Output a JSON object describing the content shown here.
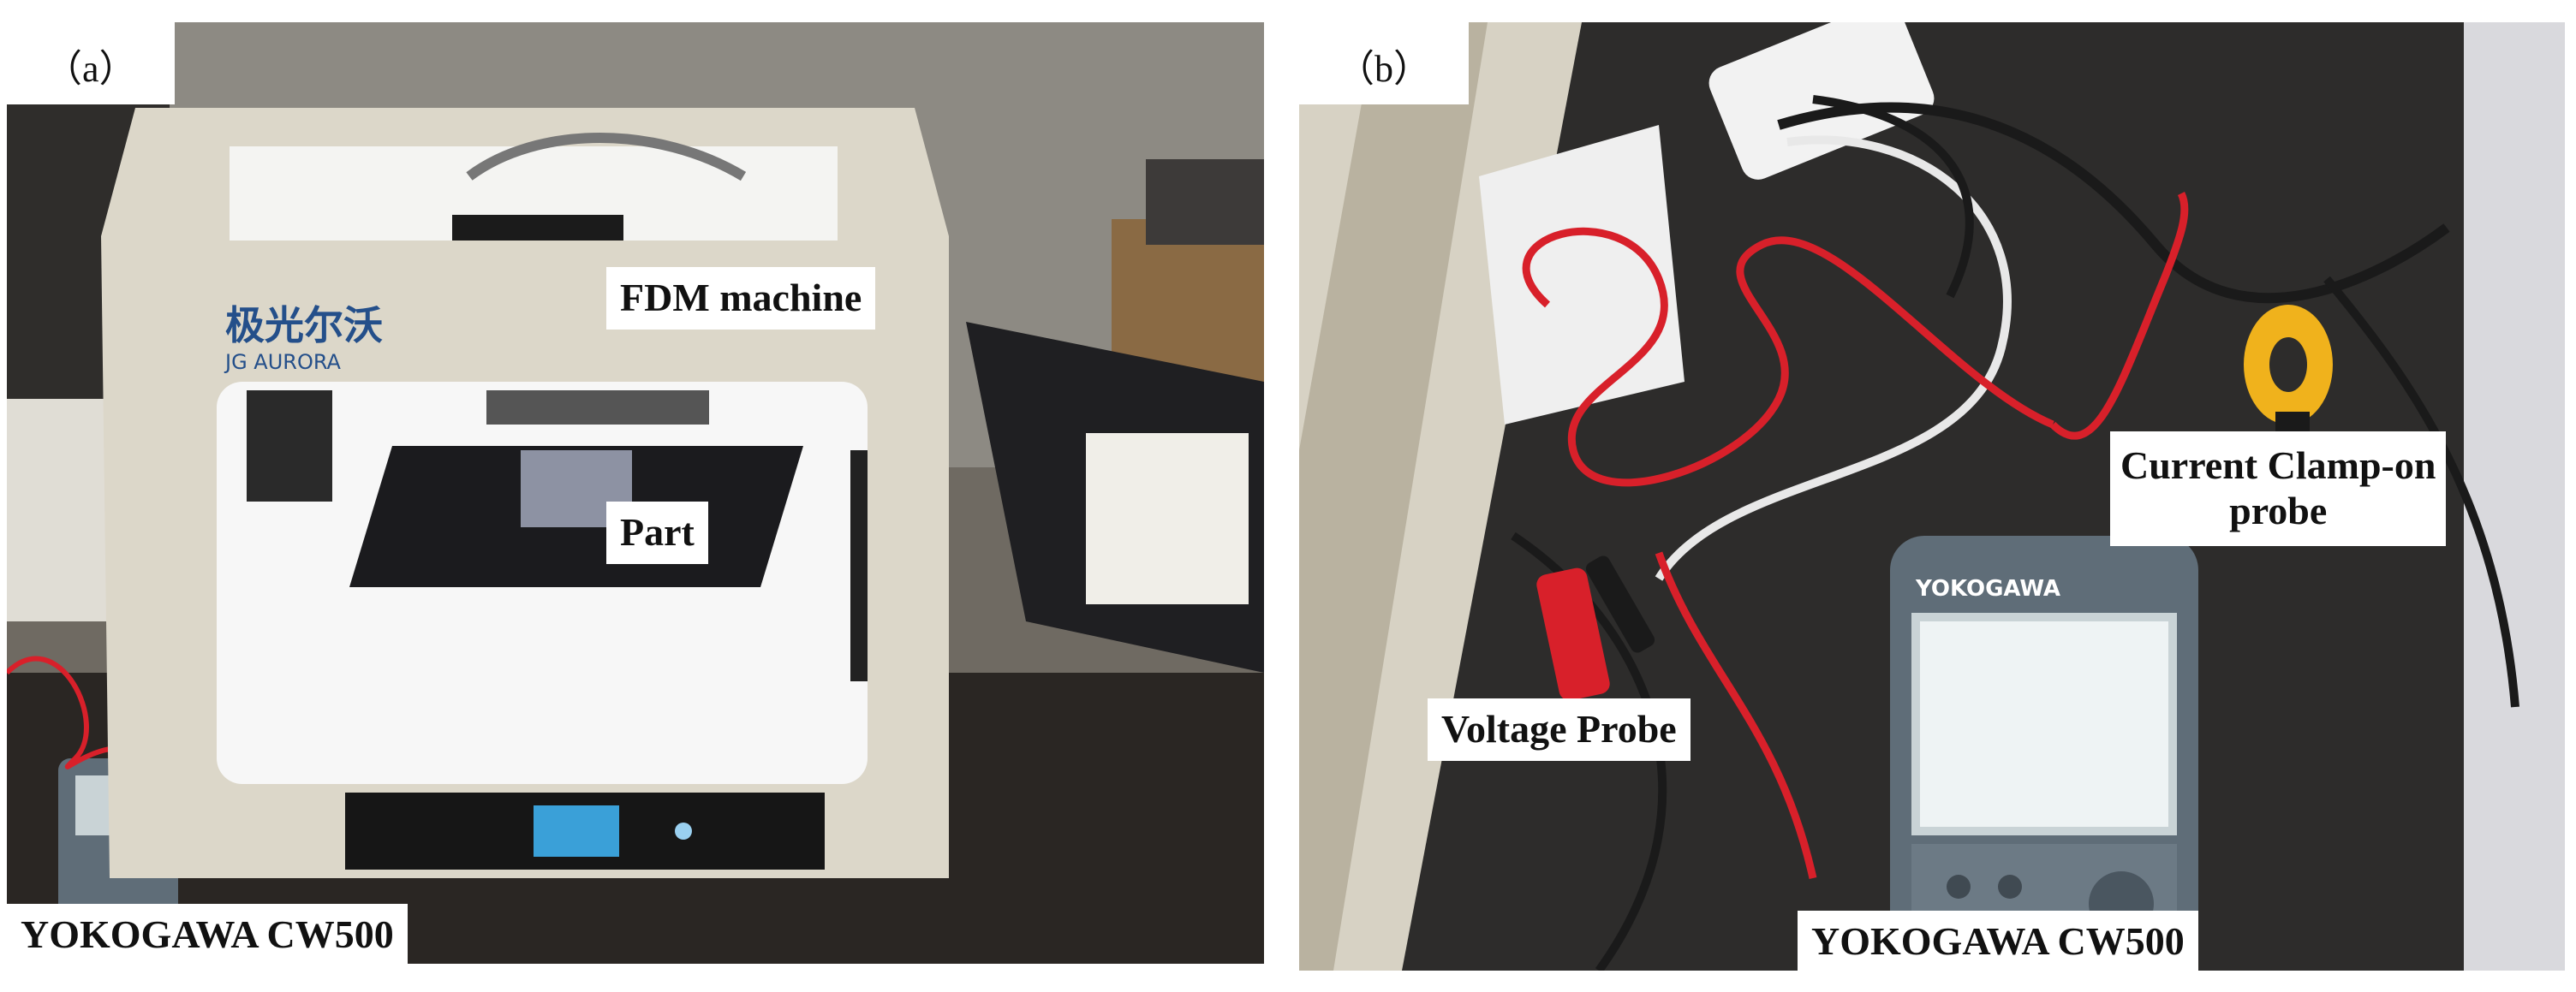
{
  "panel_a": {
    "letter": "（a）",
    "printer_brand_cn": "极光尔沃",
    "printer_brand_en": "JG AURORA",
    "labels": {
      "fdm_machine": "FDM machine",
      "part": "Part",
      "meter": "YOKOGAWA CW500"
    }
  },
  "panel_b": {
    "letter": "（b）",
    "meter_brand": "YOKOGAWA",
    "labels": {
      "current_probe_line1": "Current Clamp-on",
      "current_probe_line2": "probe",
      "voltage_probe": "Voltage Probe",
      "meter": "YOKOGAWA CW500"
    }
  },
  "colors": {
    "printer_body": "#dcd7c9",
    "wire_red": "#d8202a",
    "wire_white": "#e8e8e8",
    "clamp_yellow": "#f0b21c",
    "meter_case": "#5f6d78"
  }
}
